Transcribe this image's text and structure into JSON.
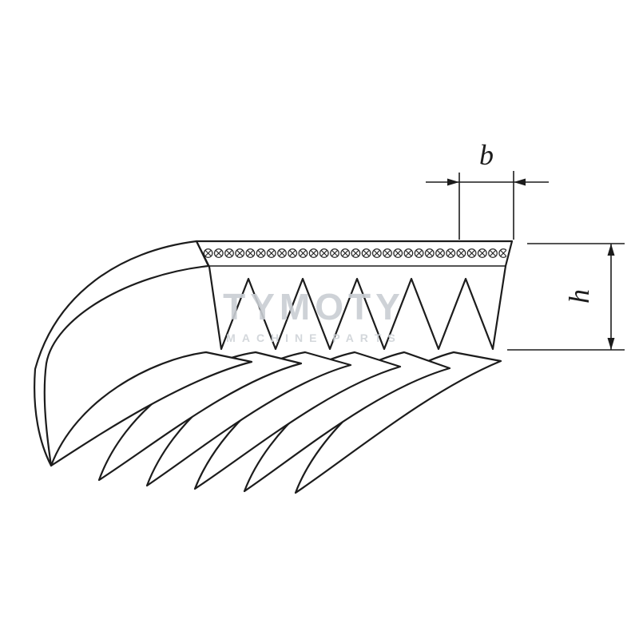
{
  "diagram": {
    "title": "poly-v-ribbed-belt-cross-section",
    "dimension_b_label": "b",
    "dimension_h_label": "h"
  },
  "watermark": {
    "line1": "TYMOTY",
    "line2": "MACHINE PARTS"
  },
  "colors": {
    "line": "#1c1c1c",
    "watermark": "#c9ced3",
    "background": "#ffffff"
  }
}
